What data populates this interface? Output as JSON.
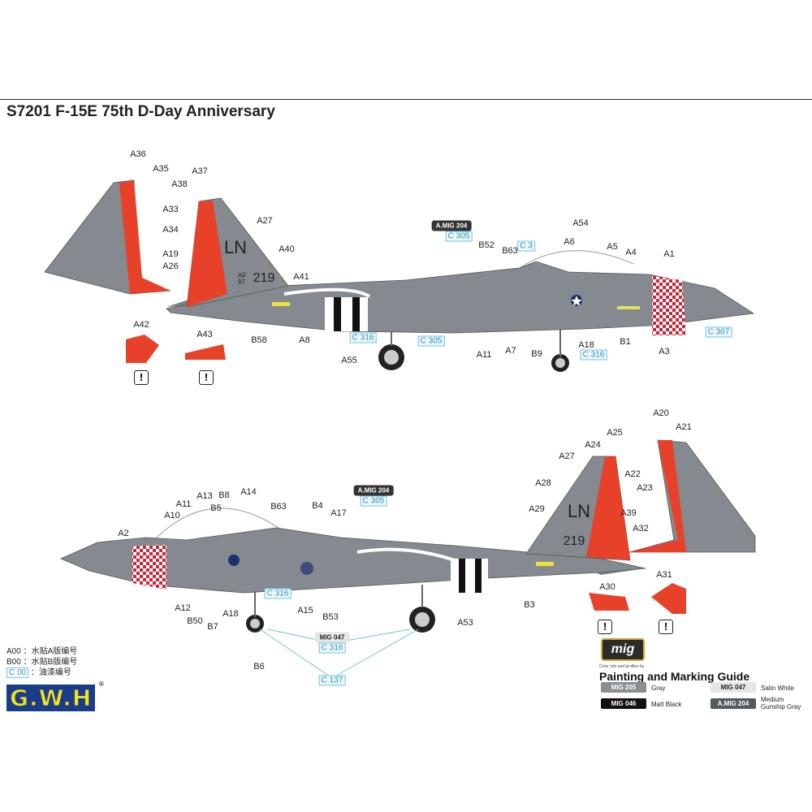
{
  "title": "S7201 F-15E 75th D-Day Anniversary",
  "top_view": {
    "labels": [
      "A36",
      "A35",
      "A37",
      "A38",
      "A33",
      "A27",
      "A34",
      "A40",
      "A19",
      "A26",
      "A41",
      "A42",
      "A43",
      "B58",
      "A8",
      "A55",
      "A11",
      "A7",
      "B9",
      "A18",
      "B1",
      "A3",
      "A54",
      "A6",
      "A5",
      "A4",
      "A1",
      "B52",
      "B63"
    ],
    "paint_refs": [
      "C 305",
      "C 3",
      "C 316",
      "C 305",
      "C 316",
      "C 307"
    ],
    "badge": "A.MIG 204",
    "tail_code": "LN",
    "serial": "219",
    "serial_prefix": "AF 97"
  },
  "bottom_view": {
    "labels": [
      "A20",
      "A21",
      "A25",
      "A24",
      "A27",
      "A22",
      "A28",
      "A23",
      "A29",
      "A39",
      "A32",
      "A30",
      "A31",
      "A14",
      "B8",
      "A13",
      "A11",
      "B5",
      "A10",
      "B63",
      "B4",
      "A17",
      "A2",
      "A12",
      "B50",
      "B7",
      "A18",
      "A15",
      "B53",
      "B3",
      "A53",
      "B6"
    ],
    "paint_refs": [
      "C 305",
      "C 316",
      "C 316",
      "C 137"
    ],
    "badge": "A.MIG 204",
    "light_badge": "MIG 047",
    "tail_code": "LN",
    "serial": "219"
  },
  "warning_symbol": "!",
  "legend": {
    "items": [
      {
        "code": "A00",
        "desc": "：水贴A版编号"
      },
      {
        "code": "B00",
        "desc": "：水贴B版编号"
      },
      {
        "code": "C 00",
        "desc": "：油漆编号"
      }
    ],
    "brand": "G.W.H",
    "registered": "®"
  },
  "guide": {
    "logo": "mig",
    "credit": "Color info and profiles by",
    "title": "Painting and Marking Guide",
    "swatches": [
      {
        "code": "MIG 205",
        "name": "Gray",
        "color": "#8a8d91"
      },
      {
        "code": "MIG 047",
        "name": "Satin White",
        "color": "#e6e6e6"
      },
      {
        "code": "MIG 046",
        "name": "Matt Black",
        "color": "#111111"
      },
      {
        "code": "A.MIG 204",
        "name": "Medium Gunship Gray",
        "color": "#555a60"
      }
    ]
  },
  "colors": {
    "gray": "#858a90",
    "red": "#e8412a",
    "checker": "#c8283a",
    "cyan": "#2a8fb8"
  }
}
